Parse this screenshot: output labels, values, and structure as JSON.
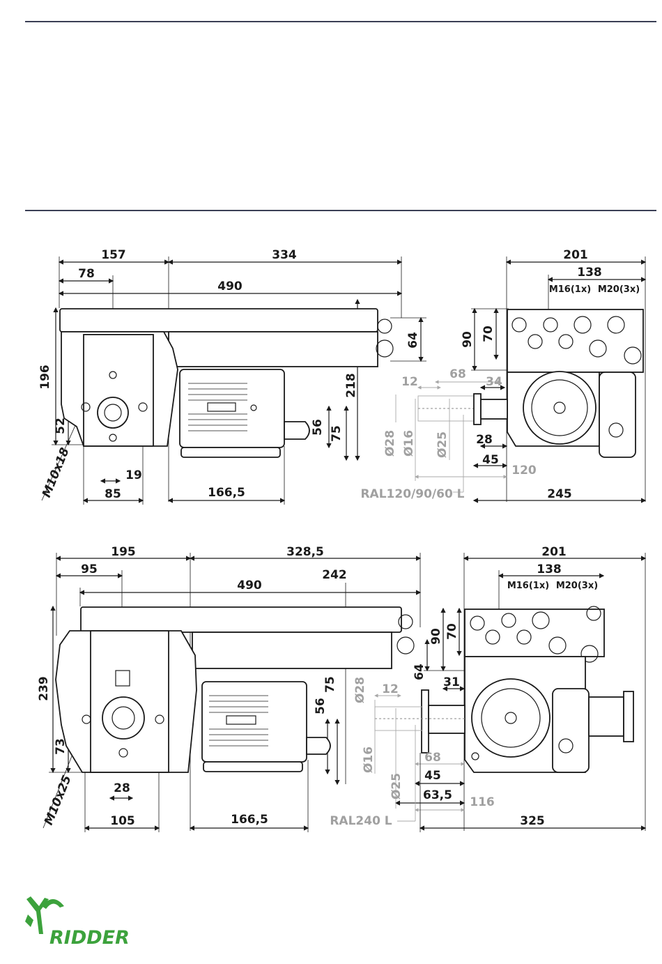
{
  "brand": {
    "name": "RIDDER",
    "color": "#3ca23c"
  },
  "colors": {
    "rule": "#3a3f55",
    "line": "#1a1a1a",
    "grey_annotation": "#a0a0a0"
  },
  "drawing_top": {
    "side": {
      "dims": [
        "157",
        "334",
        "78",
        "490",
        "196",
        "52",
        "M10x18",
        "19",
        "85",
        "166,5",
        "64",
        "218",
        "56",
        "75"
      ]
    },
    "end": {
      "dims": [
        "201",
        "138",
        "M16(1x)",
        "M20(3x)",
        "90",
        "70",
        "68",
        "12",
        "34",
        "28",
        "45",
        "Ø28",
        "Ø16",
        "Ø25",
        "120",
        "245"
      ],
      "shaft_label": "RAL120/90/60 L"
    }
  },
  "drawing_bottom": {
    "side": {
      "dims": [
        "195",
        "328,5",
        "95",
        "242",
        "490",
        "239",
        "73",
        "M10x25",
        "28",
        "105",
        "166,5",
        "75",
        "56"
      ]
    },
    "end": {
      "dims": [
        "201",
        "138",
        "M16(1x)",
        "M20(3x)",
        "90",
        "70",
        "64",
        "31",
        "12",
        "Ø28",
        "Ø16",
        "Ø25",
        "68",
        "45",
        "63,5",
        "116",
        "325"
      ],
      "shaft_label": "RAL240 L"
    }
  }
}
